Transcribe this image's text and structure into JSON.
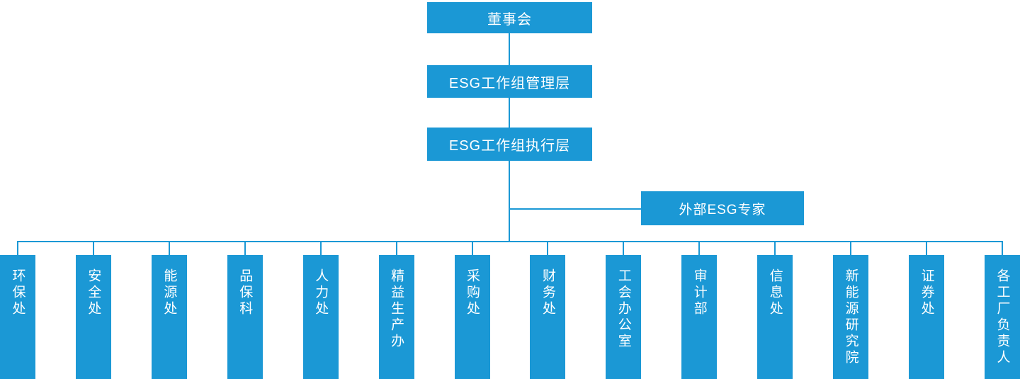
{
  "colors": {
    "primary_blue": "#1b98d5",
    "text_white": "#ffffff"
  },
  "org": {
    "root": "董事会",
    "management": "ESG工作组管理层",
    "execution": "ESG工作组执行层",
    "external_expert": "外部ESG专家",
    "departments": [
      "环保处",
      "安全处",
      "能源处",
      "品保科",
      "人力处",
      "精益生产办",
      "采购处",
      "财务处",
      "工会办公室",
      "审计部",
      "信息处",
      "新能源研究院",
      "证券处",
      "各工厂负责人"
    ]
  }
}
